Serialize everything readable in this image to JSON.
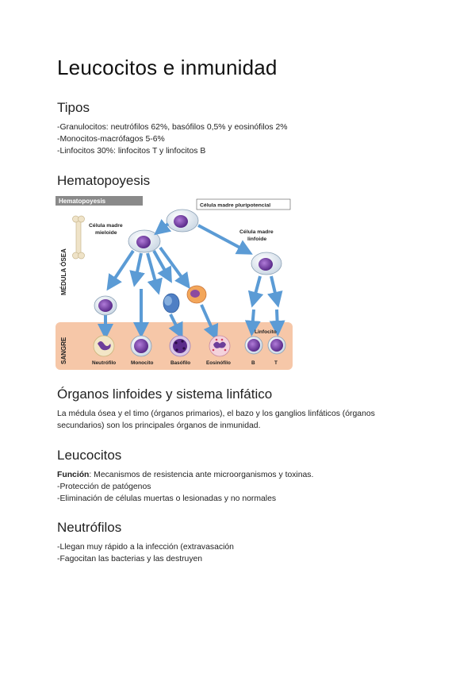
{
  "title": "Leucocitos e inmunidad",
  "sections": {
    "tipos": {
      "heading": "Tipos",
      "lines": [
        "-Granulocitos: neutrófilos 62%, basófilos 0,5% y eosinófilos 2%",
        "-Monocitos-macrófagos 5-6%",
        "-Linfocitos 30%: linfocitos T y linfocitos B"
      ]
    },
    "hematopoyesis": {
      "heading": "Hematopoyesis",
      "figure": {
        "banner": "Hematopoyesis",
        "stem_cell": "Célula madre pluripotencial",
        "myeloid": [
          "Célula madre",
          "mieloide"
        ],
        "lymphoid": [
          "Célula madre",
          "linfoide"
        ],
        "marrow_label": "MÉDULA ÓSEA",
        "blood_label": "SANGRE",
        "lymphocyte_label": "Linfocito",
        "cells": [
          "Neutrófilo",
          "Monocito",
          "Basófilo",
          "Eosinófilo",
          "B",
          "T"
        ]
      }
    },
    "organos": {
      "heading": "Órganos linfoides y sistema linfático",
      "lines": [
        " La médula ósea y el  timo (órganos primarios), el bazo y los ganglios linfáticos (órganos",
        "secundarios) son los principales órganos de inmunidad."
      ]
    },
    "leucocitos": {
      "heading": "Leucocitos",
      "function_label": "Función",
      "function_text": ": Mecanismos de resistencia ante microorganismos y toxinas.",
      "lines": [
        "-Protección de patógenos",
        "-Eliminación de células muertas o lesionadas y no normales"
      ]
    },
    "neutrofilos": {
      "heading": "Neutrófilos",
      "lines": [
        "-Llegan muy rápido a la infección (extravasación",
        "-Fagocitan las bacterias y las destruyen"
      ]
    }
  }
}
